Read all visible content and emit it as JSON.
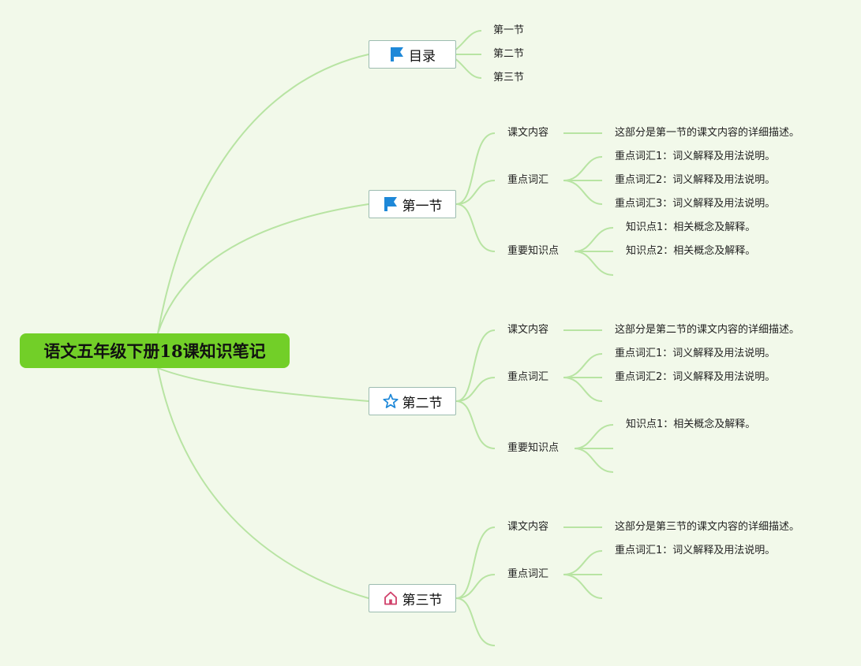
{
  "root": {
    "title": "语文五年级下册18课知识笔记"
  },
  "toc": {
    "label": "目录",
    "icon": "flag-icon",
    "items": [
      "第一节",
      "第二节",
      "第三节"
    ]
  },
  "sections": [
    {
      "label": "第一节",
      "icon": "flag-icon",
      "content_label": "课文内容",
      "content_desc": "这部分是第一节的课文内容的详细描述。",
      "vocab_label": "重点词汇",
      "vocab": [
        "重点词汇1：词义解释及用法说明。",
        "重点词汇2：词义解释及用法说明。",
        "重点词汇3：词义解释及用法说明。"
      ],
      "points_label": "重要知识点",
      "points": [
        "知识点1：相关概念及解释。",
        "知识点2：相关概念及解释。"
      ]
    },
    {
      "label": "第二节",
      "icon": "star-icon",
      "content_label": "课文内容",
      "content_desc": "这部分是第二节的课文内容的详细描述。",
      "vocab_label": "重点词汇",
      "vocab": [
        "重点词汇1：词义解释及用法说明。",
        "重点词汇2：词义解释及用法说明。"
      ],
      "points_label": "重要知识点",
      "points": [
        "知识点1：相关概念及解释。"
      ]
    },
    {
      "label": "第三节",
      "icon": "home-icon",
      "content_label": "课文内容",
      "content_desc": "这部分是第三节的课文内容的详细描述。",
      "vocab_label": "重点词汇",
      "vocab": [
        "重点词汇1：词义解释及用法说明。"
      ]
    }
  ],
  "colors": {
    "background": "#f2f9ea",
    "root_fill": "#72cf28",
    "link": "#b8e4a3",
    "flag": "#1e88d8",
    "star": "#1e88d8",
    "home": "#d0406a"
  }
}
